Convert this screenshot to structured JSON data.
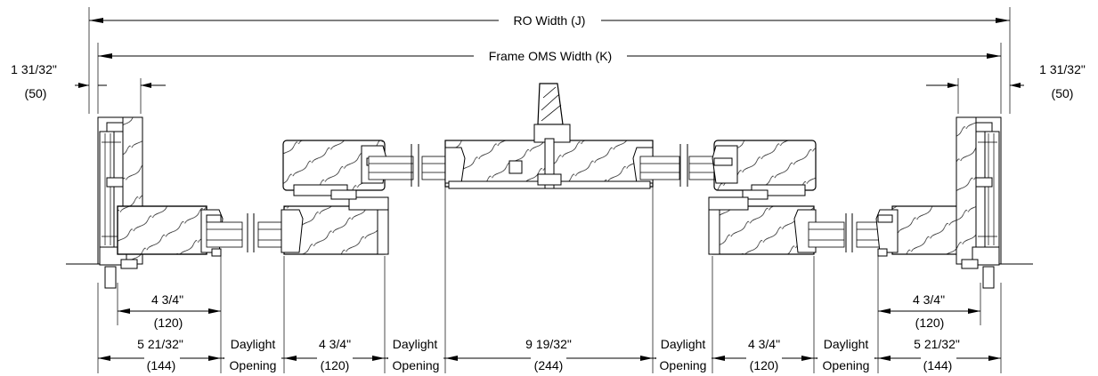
{
  "dimensions": {
    "ro_width": "RO Width (J)",
    "frame_oms_width": "Frame OMS Width (K)",
    "left_offset": {
      "imperial": "1 31/32\"",
      "metric": "(50)"
    },
    "right_offset": {
      "imperial": "1 31/32\"",
      "metric": "(50)"
    },
    "left_sash_inner": {
      "imperial": "4 3/4\"",
      "metric": "(120)"
    },
    "right_sash_inner": {
      "imperial": "4 3/4\"",
      "metric": "(120)"
    },
    "bottom_row": [
      {
        "line1": "5 21/32\"",
        "line2": "(144)"
      },
      {
        "line1": "Daylight",
        "line2": "Opening"
      },
      {
        "line1": "4 3/4\"",
        "line2": "(120)"
      },
      {
        "line1": "Daylight",
        "line2": "Opening"
      },
      {
        "line1": "9 19/32\"",
        "line2": "(244)"
      },
      {
        "line1": "Daylight",
        "line2": "Opening"
      },
      {
        "line1": "4 3/4\"",
        "line2": "(120)"
      },
      {
        "line1": "Daylight",
        "line2": "Opening"
      },
      {
        "line1": "5 21/32\"",
        "line2": "(144)"
      }
    ]
  }
}
